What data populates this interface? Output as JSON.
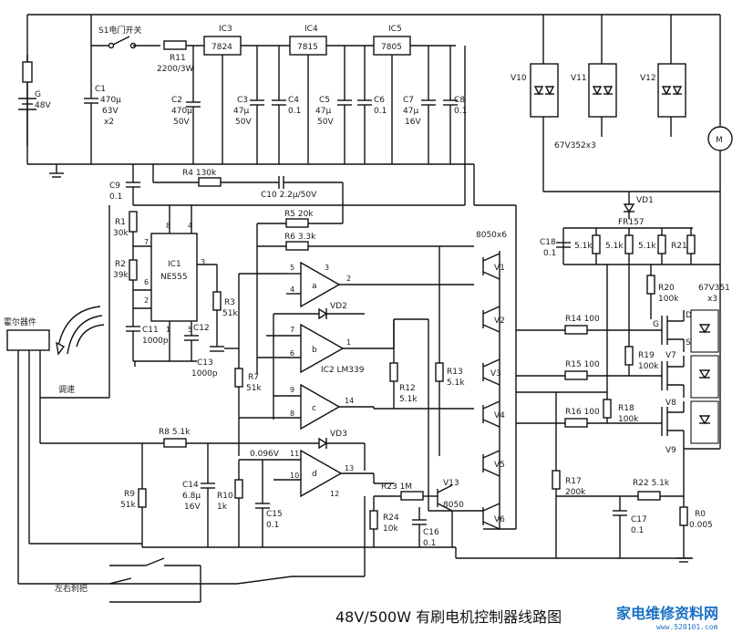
{
  "title": "48V/500W 有刷电机控制器线路图",
  "watermark": {
    "text": "家电维修资料网",
    "site": "www.520101.com"
  },
  "power": {
    "battery": "G",
    "battery_v": "48V",
    "switch": "S1电门开关",
    "c1": [
      "C1",
      "470μ",
      "63V",
      "x2"
    ],
    "r11": [
      "R11",
      "2200/3W"
    ],
    "c2": [
      "C2",
      "470μ",
      "50V"
    ],
    "ic3": "IC3",
    "ic3_part": "7824",
    "ic4": "IC4",
    "ic4_part": "7815",
    "ic5": "IC5",
    "ic5_part": "7805",
    "c3": [
      "C3",
      "47μ",
      "50V"
    ],
    "c4": [
      "C4",
      "0.1"
    ],
    "c5": [
      "C5",
      "47μ",
      "50V"
    ],
    "c6": [
      "C6",
      "0.1"
    ],
    "c7": [
      "C7",
      "47μ",
      "16V"
    ],
    "c8": [
      "C8",
      "0.1"
    ]
  },
  "freewheel": {
    "v10": "V10",
    "v11": "V11",
    "v12": "V12",
    "part": "67V352x3",
    "motor": "M",
    "vd1": "VD1",
    "vd1_part": "FR157"
  },
  "snubber": {
    "c18": [
      "C18",
      "0.1"
    ],
    "r_a": "5.1k",
    "r_b": "5.1k",
    "r_c": "5.1k",
    "r21": "R21",
    "r20": [
      "R20",
      "100k"
    ]
  },
  "timer": {
    "c9": [
      "C9",
      "0.1"
    ],
    "r4": "R4  130k",
    "c10": "C10  2.2μ/50V",
    "r5": "R5  20k",
    "r6": "R6  3.3k",
    "r1": [
      "R1",
      "30k"
    ],
    "r2": [
      "R2",
      "39k"
    ],
    "ic1": [
      "IC1",
      "NE555"
    ],
    "c11": [
      "C11",
      "1000p"
    ],
    "c12": "C12",
    "c13": [
      "C13",
      "1000p"
    ],
    "r3": [
      "R3",
      "51k"
    ],
    "r7": [
      "R7",
      "51k"
    ],
    "pins": {
      "p8": "8",
      "p4": "4",
      "p7": "7",
      "p6": "6",
      "p2": "2",
      "p1": "1",
      "p5": "5",
      "p3": "3"
    }
  },
  "comparators": {
    "ic2": "IC2  LM339",
    "a": "a",
    "b": "b",
    "c": "c",
    "d": "d",
    "vd2": "VD2",
    "vd3": "VD3",
    "pins": {
      "p5": "5",
      "p4": "4",
      "p3": "3",
      "p2": "2",
      "p7": "7",
      "p6": "6",
      "p1": "1",
      "p9": "9",
      "p8": "8",
      "p14": "14",
      "p11": "11",
      "p10": "10",
      "p13": "13",
      "p12": "12"
    },
    "v_ref": "0.096V"
  },
  "driver": {
    "part": "8050x6",
    "v1": "V1",
    "v2": "V2",
    "v3": "V3",
    "v4": "V4",
    "v5": "V5",
    "v6": "V6",
    "r12": [
      "R12",
      "5.1k"
    ],
    "r13": [
      "R13",
      "5.1k"
    ],
    "r14": "R14  100",
    "r15": "R15  100",
    "r16": "R16  100",
    "r19": [
      "R19",
      "100k"
    ],
    "r18": [
      "R18",
      "100k"
    ]
  },
  "mosfets": {
    "part": [
      "67V351",
      "x3"
    ],
    "v7": "V7",
    "v8": "V8",
    "v9": "V9",
    "g": "G",
    "d": "D",
    "s": "S"
  },
  "sense": {
    "r8": "R8  5.1k",
    "r9": [
      "R9",
      "51k"
    ],
    "c14": [
      "C14",
      "6.8μ",
      "16V"
    ],
    "r10": [
      "R10",
      "1k"
    ],
    "c15": [
      "C15",
      "0.1"
    ],
    "r23": "R23  1M",
    "r24": [
      "R24",
      "10k"
    ],
    "v13": [
      "V13",
      "8050"
    ],
    "c16": [
      "C16",
      "0.1"
    ],
    "r17": [
      "R17",
      "200k"
    ],
    "r22": "R22  5.1k",
    "c17": [
      "C17",
      "0.1"
    ],
    "r0": [
      "R0",
      "0.005"
    ]
  },
  "controls": {
    "hall": "霍尔器件",
    "speed": "调速",
    "brake": "左右刹把"
  }
}
